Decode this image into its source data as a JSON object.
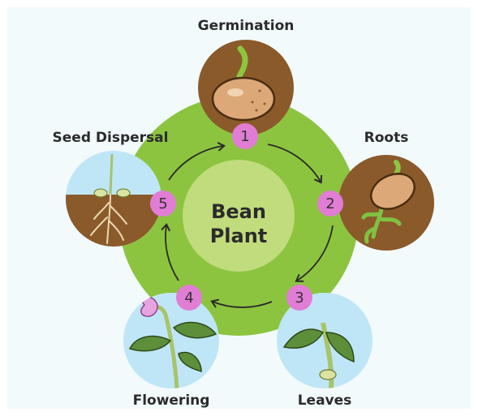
{
  "center": {
    "line1": "Bean",
    "line2": "Plant"
  },
  "stages": [
    {
      "number": "1",
      "label": "Germination"
    },
    {
      "number": "2",
      "label": "Roots"
    },
    {
      "number": "3",
      "label": "Leaves"
    },
    {
      "number": "4",
      "label": "Flowering"
    },
    {
      "number": "5",
      "label": "Seed Dispersal"
    }
  ],
  "colors": {
    "ring_outer": "#8cc43f",
    "ring_inner": "#c1dc7c",
    "badge": "#e17dd5",
    "soil": "#8b5a2b",
    "sky": "#bfe6f7",
    "leaf": "#5d8e3a",
    "bean": "#dca877",
    "sprout": "#8dc63f",
    "flower": "#e6a3e0"
  }
}
